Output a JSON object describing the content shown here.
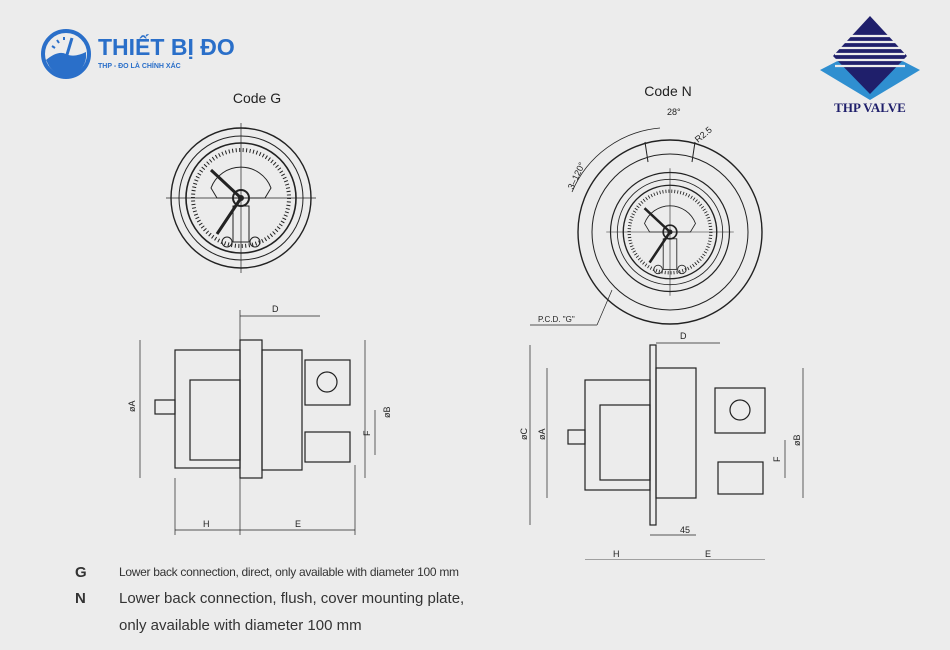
{
  "brand_left": {
    "name": "THIẾT BỊ ĐO",
    "name_part1": "THIẾT B",
    "name_part2": "ĐO",
    "tagline": "THP - ĐO LÀ CHÍNH XÁC",
    "color": "#2a6fc9"
  },
  "brand_right": {
    "name": "THP VALVE",
    "color_dark": "#1f1f6b",
    "color_light": "#2f8fd0"
  },
  "drawing": {
    "code_g": {
      "title": "Code G",
      "dims": {
        "d": "D",
        "a": "øA",
        "b": "øB",
        "f": "F",
        "h": "H",
        "e": "E"
      }
    },
    "code_n": {
      "title": "Code N",
      "angle_top": "28°",
      "radius": "R2.5",
      "angle_arc": "3–120°",
      "pcd": "P.C.D. \"G\"",
      "dims": {
        "d": "D",
        "a": "øA",
        "b": "øB",
        "c": "øC",
        "f": "F",
        "h": "H",
        "e": "E",
        "plate": "45"
      }
    },
    "line_color": "#222222"
  },
  "legend": [
    {
      "key": "G",
      "text": "Lower back connection, direct, only available with diameter 100 mm"
    },
    {
      "key": "N",
      "text": "Lower back connection, flush, cover mounting plate,"
    },
    {
      "key": "",
      "text": "only available with diameter 100 mm"
    }
  ]
}
